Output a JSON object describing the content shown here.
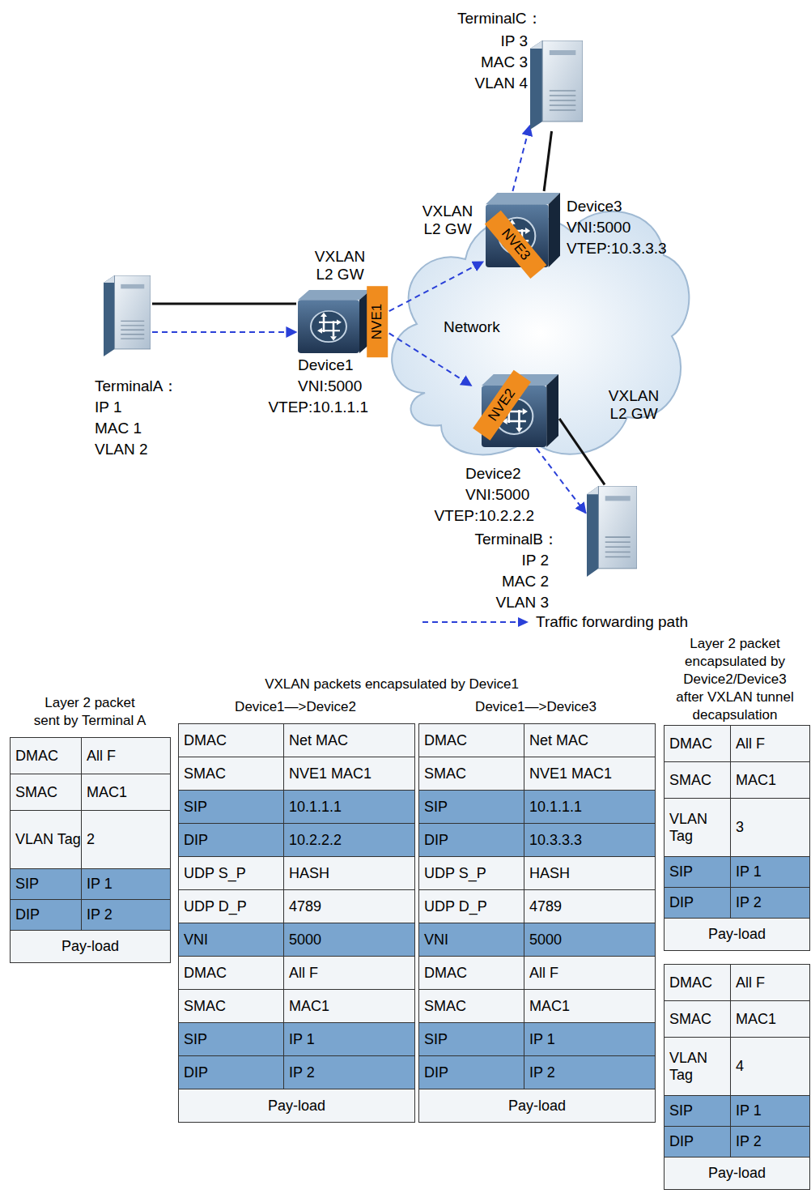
{
  "diagram": {
    "nodes": [
      {
        "text": [
          "TerminalC：",
          "IP 3",
          "MAC 3",
          "VLAN 4"
        ]
      },
      {
        "text": [
          "VXLAN L2 GW",
          "Device3",
          "VNI:5000",
          "VTEP:10.3.3.3"
        ]
      },
      {
        "text": [
          "NVE3"
        ]
      },
      {
        "text": [
          "Network"
        ]
      },
      {
        "text": [
          "VXLAN L2 GW",
          "Device1",
          "VNI:5000",
          "VTEP:10.1.1.1"
        ]
      },
      {
        "text": [
          "NVE1"
        ]
      },
      {
        "text": [
          "TerminalA：",
          "IP 1",
          "MAC 1",
          "VLAN 2"
        ]
      },
      {
        "text": [
          "VXLAN L2 GW",
          "Device2",
          "VNI:5000",
          "VTEP:10.2.2.2"
        ]
      },
      {
        "text": [
          "NVE2"
        ]
      },
      {
        "text": [
          "TerminalB：",
          "IP 2",
          "MAC 2",
          "VLAN 3"
        ]
      }
    ],
    "edges": [
      {
        "from": 6,
        "to": 4,
        "arrow": "none"
      },
      {
        "from": 1,
        "to": 0,
        "arrow": "none"
      },
      {
        "from": 7,
        "to": 9,
        "arrow": "none"
      },
      {
        "from": 6,
        "to": 4,
        "arrow": "to"
      },
      {
        "from": 5,
        "to": 2,
        "arrow": "to"
      },
      {
        "from": 5,
        "to": 8,
        "arrow": "to"
      },
      {
        "from": 1,
        "to": 0,
        "arrow": "to"
      },
      {
        "from": 7,
        "to": 9,
        "arrow": "to"
      }
    ],
    "labels": [
      "Layer 2 packet sent by Terminal A",
      "VXLAN packets encapsulated by Device1",
      "Device1—>Device2",
      "Device1—>Device3",
      "Layer 2 packet encapsulated by Device2/Device3 after VXLAN tunnel decapsulation",
      "DMAC",
      "All F",
      "SMAC",
      "MAC1",
      "VLAN Tag",
      "2",
      "SIP",
      "IP 1",
      "DIP",
      "IP 2",
      "Pay-load",
      "DMAC",
      "Net MAC",
      "SMAC",
      "NVE1 MAC1",
      "SIP",
      "10.1.1.1",
      "DIP",
      "10.2.2.2",
      "UDP S_P",
      "HASH",
      "UDP D_P",
      "4789",
      "VNI",
      "5000",
      "DMAC",
      "All F",
      "SMAC",
      "MAC1",
      "SIP",
      "IP 1",
      "DIP",
      "IP 2",
      "Pay-load",
      "DMAC",
      "Net MAC",
      "SMAC",
      "NVE1 MAC1",
      "SIP",
      "10.1.1.1",
      "DIP",
      "10.3.3.3",
      "UDP S_P",
      "HASH",
      "UDP D_P",
      "4789",
      "VNI",
      "5000",
      "DMAC",
      "All F",
      "SMAC",
      "MAC1",
      "SIP",
      "IP 1",
      "DIP",
      "IP 2",
      "Pay-load",
      "DMAC",
      "All F",
      "SMAC",
      "MAC1",
      "VLAN Tag",
      "3",
      "SIP",
      "IP 1",
      "DIP",
      "IP 2",
      "Pay-load",
      "DMAC",
      "All F",
      "SMAC",
      "MAC1",
      "VLAN Tag",
      "4",
      "SIP",
      "IP 1",
      "DIP",
      "IP 2",
      "Pay-load"
    ],
    "legend": [
      {
        "text": "Traffic forwarding path"
      }
    ]
  }
}
